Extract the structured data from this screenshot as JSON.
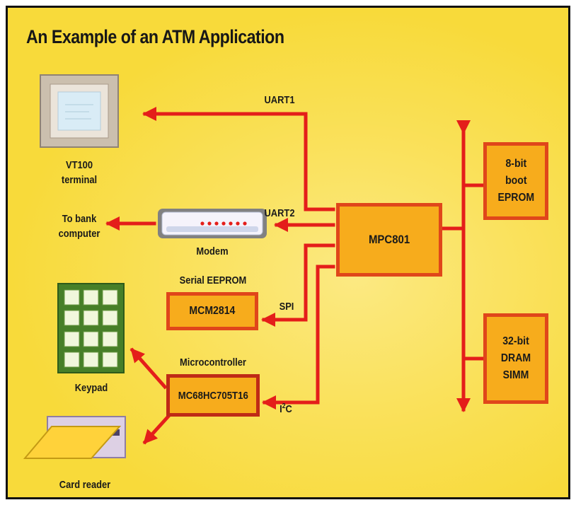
{
  "title": "An Example of an ATM Application",
  "components": {
    "terminal": "VT100\nterminal",
    "bank": "To bank\ncomputer",
    "modem": "Modem",
    "eeprom_caption": "Serial EEPROM",
    "mcm": "MCM2814",
    "keypad": "Keypad",
    "micro_caption": "Microcontroller",
    "mc68": "MC68HC705T16",
    "card": "Card reader",
    "mpc": "MPC801",
    "eprom": "8-bit\nboot\nEPROM",
    "dram": "32-bit\nDRAM\nSIMM"
  },
  "signals": {
    "uart1": "UART1",
    "uart2": "UART2",
    "spi": "SPI",
    "i2c_base": "I",
    "i2c_sup": "2",
    "i2c_tail": "C"
  },
  "colors": {
    "background": "#f8da3a",
    "connector": "#e41e1a",
    "box_fill": "#f7ac1c",
    "box_border": "#e0461a",
    "micro_border": "#bf2a16",
    "keypad_green": "#3f7b22"
  }
}
